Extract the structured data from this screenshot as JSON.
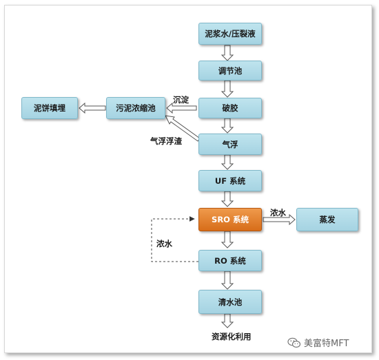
{
  "diagram": {
    "nodes": {
      "mud_water": "泥浆水/压裂液",
      "regulating_pool": "调节池",
      "gel_breaking": "破胶",
      "air_flotation": "气浮",
      "uf_system": "UF 系统",
      "sro_system": "SRO 系统",
      "ro_system": "RO 系统",
      "clean_pool": "清水池",
      "sludge_thickener": "污泥浓缩池",
      "cake_landfill": "泥饼填埋",
      "evaporation": "蒸发"
    },
    "labels": {
      "sedimentation": "沉淀",
      "flotation_scum": "气浮浮渣",
      "concentrate_right": "浓水",
      "concentrate_left": "浓水",
      "resource_reuse": "资源化利用"
    },
    "highlight_color": "#e07b28",
    "node_color": "#b2dbe8"
  },
  "watermark": {
    "text": "美富特MFT",
    "icon": "wechat-icon"
  }
}
